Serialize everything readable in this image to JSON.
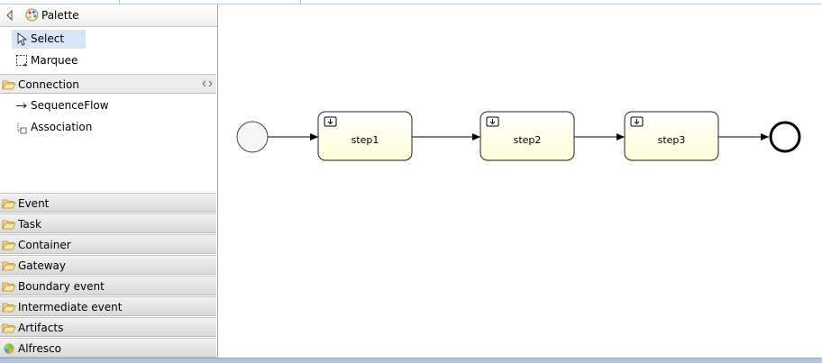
{
  "palette": {
    "title": "Palette",
    "tools": [
      {
        "label": "Select",
        "icon": "arrow-pointer-icon"
      },
      {
        "label": "Marquee",
        "icon": "marquee-icon"
      }
    ],
    "connection": {
      "label": "Connection",
      "items": [
        {
          "label": "SequenceFlow",
          "icon": "arrow-right-icon"
        },
        {
          "label": "Association",
          "icon": "association-icon"
        }
      ]
    },
    "drawers": [
      {
        "label": "Event"
      },
      {
        "label": "Task"
      },
      {
        "label": "Container"
      },
      {
        "label": "Gateway"
      },
      {
        "label": "Boundary event"
      },
      {
        "label": "Intermediate event"
      },
      {
        "label": "Artifacts"
      },
      {
        "label": "Alfresco"
      }
    ]
  },
  "diagram": {
    "tasks": [
      {
        "label": "step1"
      },
      {
        "label": "step2"
      },
      {
        "label": "step3"
      }
    ],
    "colors": {
      "task_fill_top": "#ffffff",
      "task_fill_bottom": "#fdfdd8",
      "stroke": "#000000"
    }
  }
}
